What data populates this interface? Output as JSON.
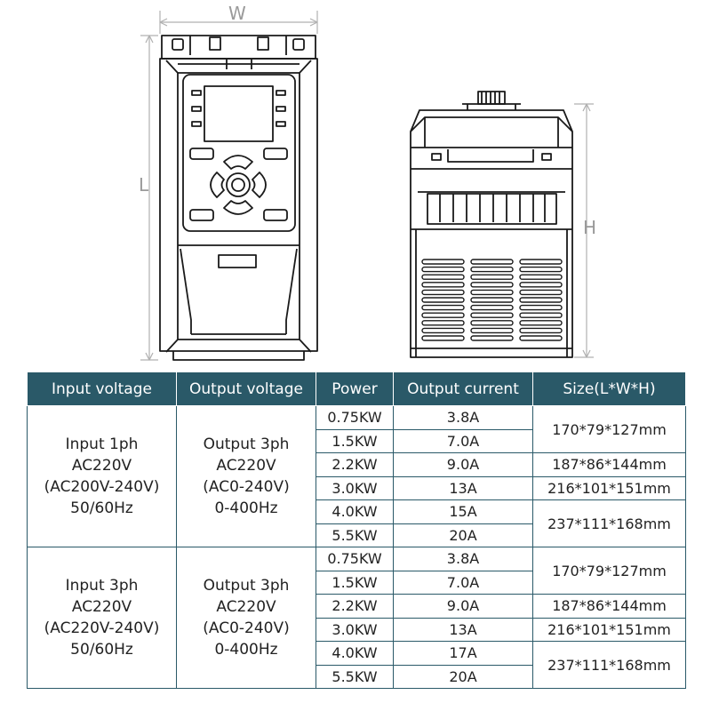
{
  "dimensions": {
    "width_label": "W",
    "length_label": "L",
    "height_label": "H"
  },
  "table": {
    "headers": [
      "Input voltage",
      "Output voltage",
      "Power",
      "Output current",
      "Size(L*W*H)"
    ],
    "groups": [
      {
        "input_lines": [
          "Input 1ph",
          "AC220V",
          "(AC200V-240V)",
          "50/60Hz"
        ],
        "output_lines": [
          "Output 3ph",
          "AC220V",
          "(AC0-240V)",
          "0-400Hz"
        ],
        "rows": [
          {
            "power": "0.75KW",
            "current": "3.8A"
          },
          {
            "power": "1.5KW",
            "current": "7.0A"
          },
          {
            "power": "2.2KW",
            "current": "9.0A"
          },
          {
            "power": "3.0KW",
            "current": "13A"
          },
          {
            "power": "4.0KW",
            "current": "15A"
          },
          {
            "power": "5.5KW",
            "current": "20A"
          }
        ],
        "sizes": [
          {
            "text": "170*79*127mm",
            "span": 2
          },
          {
            "text": "187*86*144mm",
            "span": 1
          },
          {
            "text": "216*101*151mm",
            "span": 1
          },
          {
            "text": "237*111*168mm",
            "span": 2
          }
        ]
      },
      {
        "input_lines": [
          "Input 3ph",
          "AC220V",
          "(AC220V-240V)",
          "50/60Hz"
        ],
        "output_lines": [
          "Output 3ph",
          "AC220V",
          "(AC0-240V)",
          "0-400Hz"
        ],
        "rows": [
          {
            "power": "0.75KW",
            "current": "3.8A"
          },
          {
            "power": "1.5KW",
            "current": "7.0A"
          },
          {
            "power": "2.2KW",
            "current": "9.0A"
          },
          {
            "power": "3.0KW",
            "current": "13A"
          },
          {
            "power": "4.0KW",
            "current": "17A"
          },
          {
            "power": "5.5KW",
            "current": "20A"
          }
        ],
        "sizes": [
          {
            "text": "170*79*127mm",
            "span": 2
          },
          {
            "text": "187*86*144mm",
            "span": 1
          },
          {
            "text": "216*101*151mm",
            "span": 1
          },
          {
            "text": "237*111*168mm",
            "span": 2
          }
        ]
      }
    ]
  }
}
